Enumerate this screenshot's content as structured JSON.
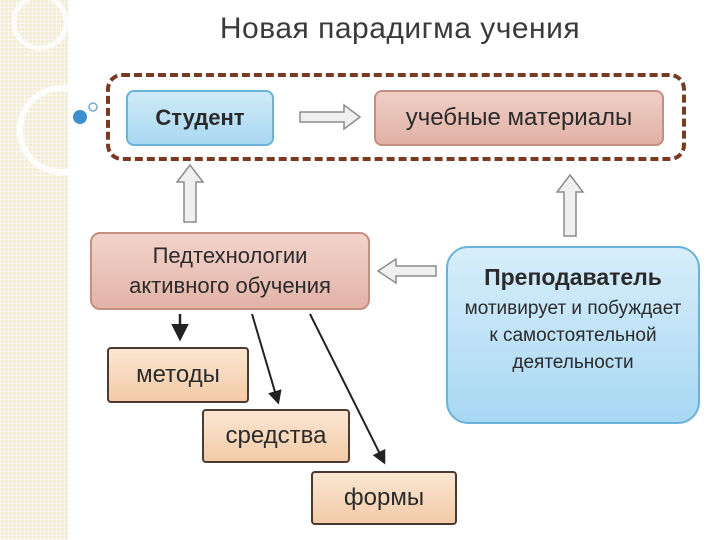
{
  "title": "Новая парадигма учения",
  "nodes": {
    "student": "Студент",
    "materials": "учебные материалы",
    "pedtech_line1": "Педтехнологии",
    "pedtech_line2": "активного обучения",
    "teacher_title": "Преподаватель",
    "teacher_text": "мотивирует и побуждает к самостоятельной деятельности",
    "methods": "методы",
    "means": "средства",
    "forms": "формы"
  },
  "colors": {
    "frame": "#7a3a22",
    "blue_fill": "#a9d8f2",
    "pink_fill": "#e0b1a5",
    "peach_fill": "#f2cba8",
    "arrow": "#8c8c8c"
  }
}
